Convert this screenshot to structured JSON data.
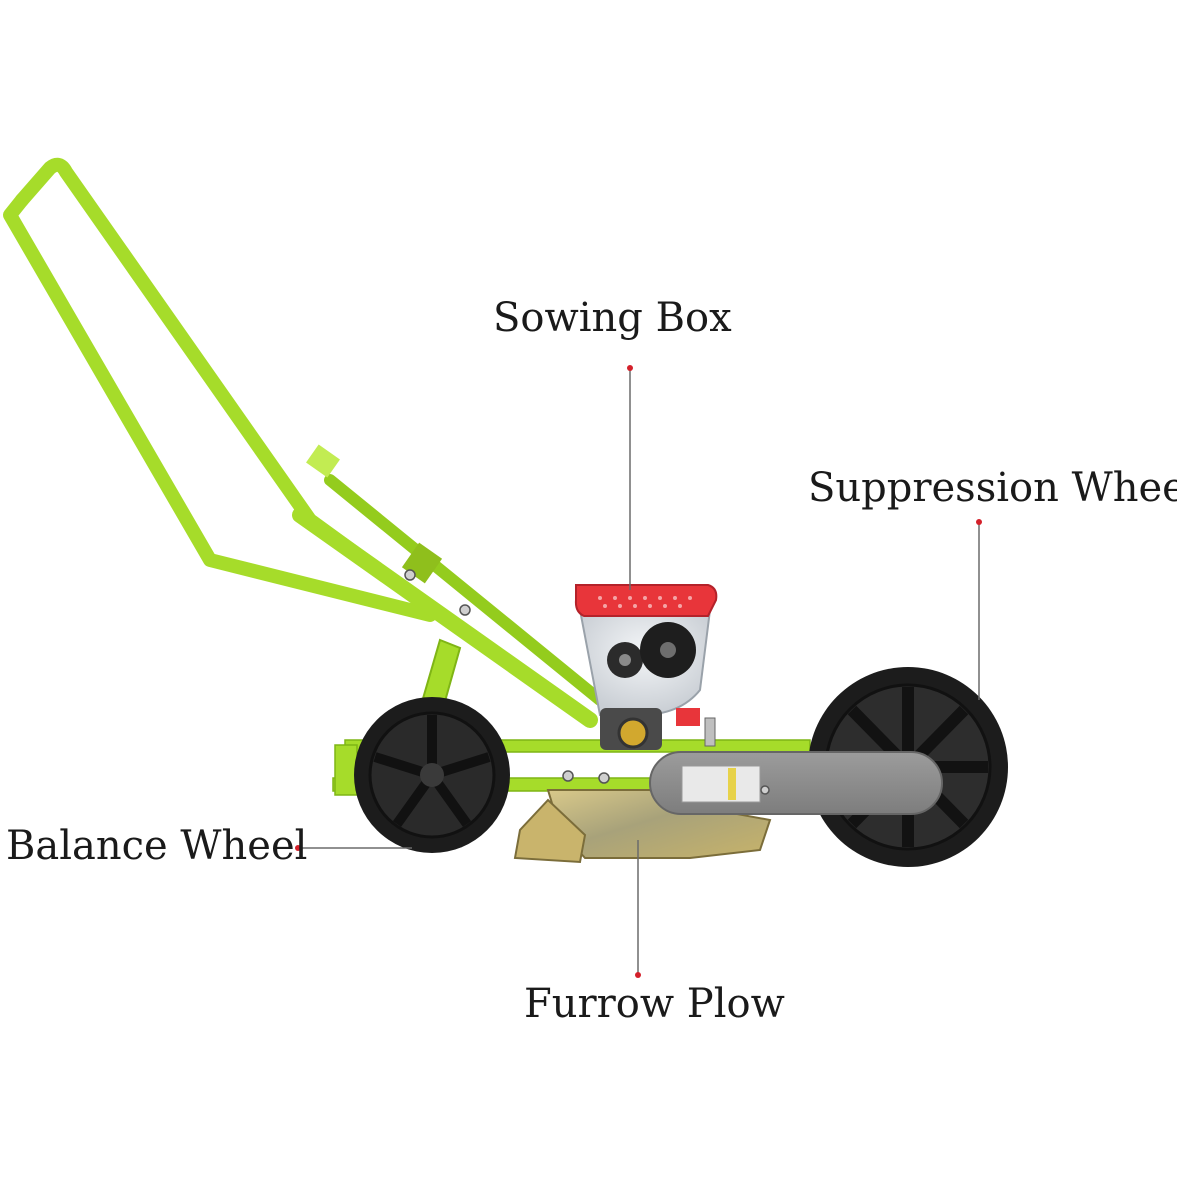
{
  "labels": {
    "sowing_box": "Sowing Box",
    "suppression_wheel": "Suppression Wheel",
    "balance_wheel": "Balance Wheel",
    "furrow_plow": "Furrow Plow"
  },
  "colors": {
    "frame": "#a6dc2a",
    "frame_dark": "#7fb515",
    "hopper_lid": "#e8353a",
    "wheel": "#1c1c1c",
    "cover": "#8f8f8f",
    "plow": "#b9a45a",
    "leader": "#6b6b6b",
    "leader_dot": "#d4202a"
  }
}
